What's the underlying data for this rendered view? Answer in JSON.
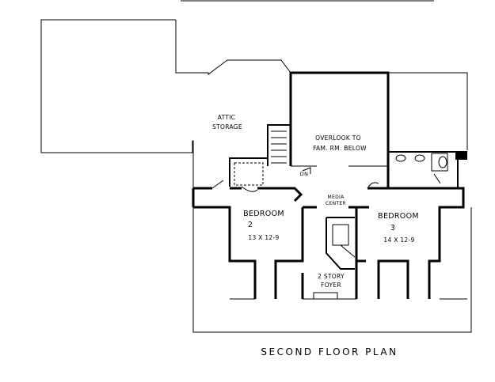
{
  "labels": {
    "attic": "ATTIC",
    "storage": "STORAGE",
    "overlook_line1": "OVERLOOK TO",
    "overlook_line2": "FAM. RM. BELOW",
    "media_line1": "MEDIA",
    "media_line2": "CENTER",
    "bedroom2_name": "BEDROOM",
    "bedroom2_num": "2",
    "bedroom2_size": "13 X 12-9",
    "bedroom3_name": "BEDROOM",
    "bedroom3_num": "3",
    "bedroom3_size": "14 X 12-9",
    "foyer_line1": "2 STORY",
    "foyer_line2": "FOYER",
    "stair_mark": "DN",
    "plan_title": "SECOND FLOOR PLAN"
  }
}
